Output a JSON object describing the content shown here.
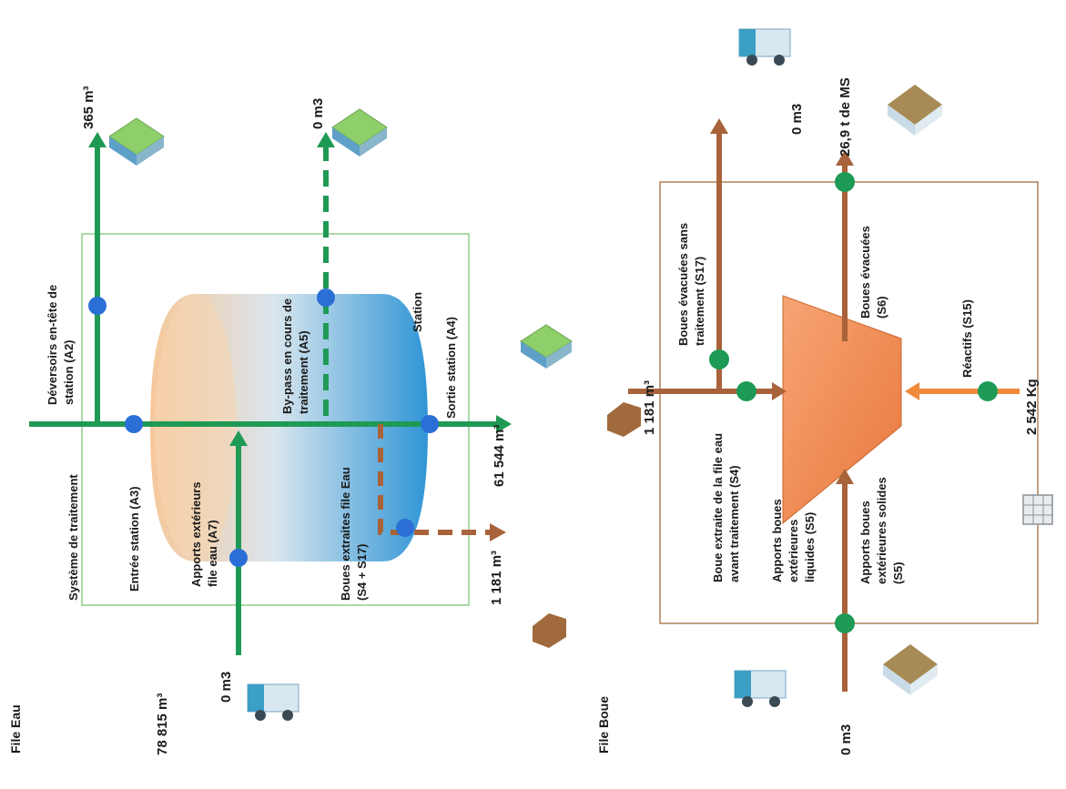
{
  "colors": {
    "water_line": "#1f9a55",
    "water_node": "#2b6fd6",
    "water_box": "#8fcf8a",
    "sludge_flow": "#a8633a",
    "reagent_flow": "#ef8a3c",
    "sludge_box": "#b08058",
    "sludge_node": "#1d9a55",
    "reactor_fill": "#f08a52"
  },
  "water": {
    "section_title": "File Eau",
    "system_label": "Système de traitement",
    "inflow_value": "78 815 m³",
    "outflow_value": "61 544 m³",
    "external_inflow_value": "0 m3",
    "overflow_value": "365 m³",
    "bypass_value": "0 m3",
    "sludge_value": "1 181 m³",
    "nodes": {
      "entree": "Entrée station (A3)",
      "apports": "Apports extérieurs file eau (A7)",
      "deversoirs": "Déversoirs en-tête de station (A2)",
      "bypass": "By-pass en cours de traitement (A5)",
      "boues": "Boues extraites file Eau (S4 + S17)",
      "station": "Station",
      "sortie": "Sortie station (A4)"
    }
  },
  "sludge": {
    "section_title": "File Boue",
    "extracted_value": "1 181 m³",
    "untreated_value": "0 m3",
    "evacuated_value": "26,9 t de MS",
    "reagents_value": "2 542 Kg",
    "external_value": "0 m3",
    "nodes": {
      "boue_extraite": "Boue extraite de la file eau avant traitement (S4)",
      "apports_liquides": "Apports boues extérieures liquides (S5)",
      "apports_solides": "Apports boues extérieures solides (S5)",
      "boues_sans_traitement": "Boues évacuées sans traitement (S17)",
      "boues_evacuees": "Boues évacuées (S6)",
      "reactifs": "Réactifs (S15)"
    }
  }
}
